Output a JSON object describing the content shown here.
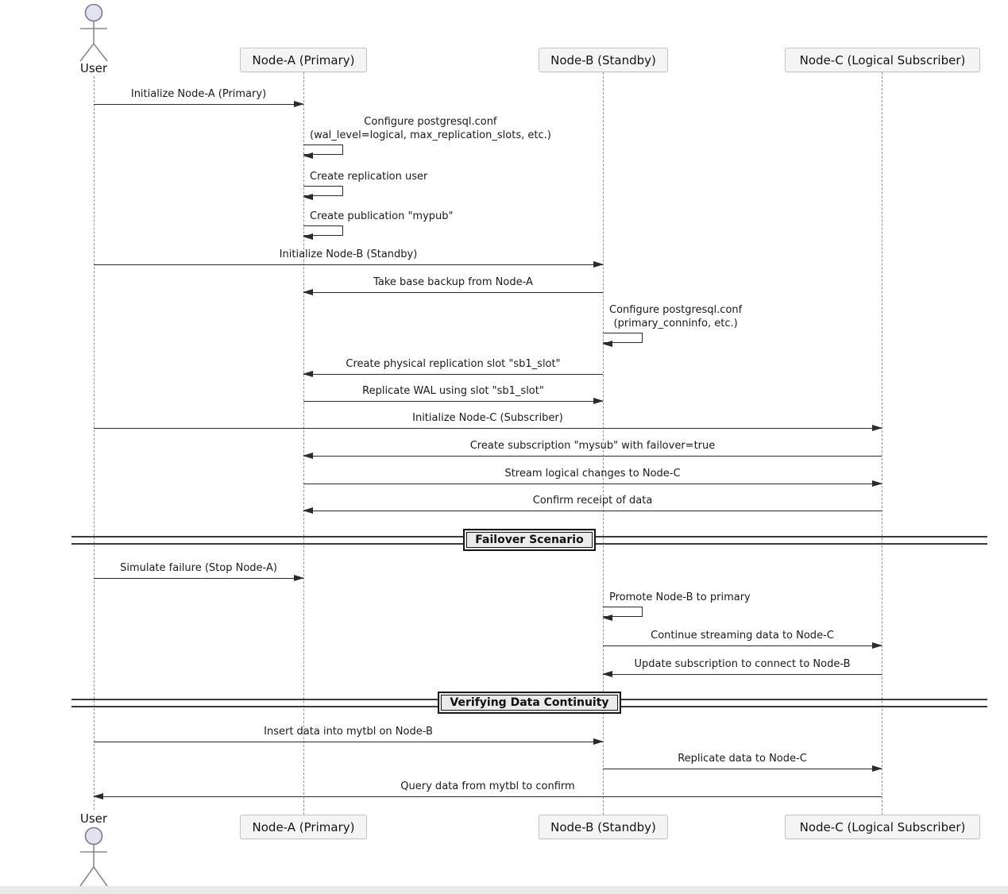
{
  "diagram": {
    "type": "sequence",
    "participants": [
      {
        "id": "user",
        "label": "User",
        "kind": "actor"
      },
      {
        "id": "nodeA",
        "label": "Node-A (Primary)",
        "kind": "participant"
      },
      {
        "id": "nodeB",
        "label": "Node-B (Standby)",
        "kind": "participant"
      },
      {
        "id": "nodeC",
        "label": "Node-C (Logical Subscriber)",
        "kind": "participant"
      }
    ],
    "messages": [
      {
        "from": "User",
        "to": "Node-A",
        "kind": "message",
        "text": "Initialize Node-A (Primary)"
      },
      {
        "from": "Node-A",
        "to": "Node-A",
        "kind": "self",
        "text": "Configure postgresql.conf\n(wal_level=logical, max_replication_slots, etc.)"
      },
      {
        "from": "Node-A",
        "to": "Node-A",
        "kind": "self",
        "text": "Create replication user"
      },
      {
        "from": "Node-A",
        "to": "Node-A",
        "kind": "self",
        "text": "Create publication \"mypub\""
      },
      {
        "from": "User",
        "to": "Node-B",
        "kind": "message",
        "text": "Initialize Node-B (Standby)"
      },
      {
        "from": "Node-B",
        "to": "Node-A",
        "kind": "message",
        "text": "Take base backup from Node-A"
      },
      {
        "from": "Node-B",
        "to": "Node-B",
        "kind": "self",
        "text": "Configure postgresql.conf\n(primary_conninfo, etc.)"
      },
      {
        "from": "Node-B",
        "to": "Node-A",
        "kind": "message",
        "text": "Create physical replication slot \"sb1_slot\""
      },
      {
        "from": "Node-A",
        "to": "Node-B",
        "kind": "message",
        "text": "Replicate WAL using slot \"sb1_slot\""
      },
      {
        "from": "User",
        "to": "Node-C",
        "kind": "message",
        "text": "Initialize Node-C (Subscriber)"
      },
      {
        "from": "Node-C",
        "to": "Node-A",
        "kind": "message",
        "text": "Create subscription \"mysub\" with failover=true"
      },
      {
        "from": "Node-A",
        "to": "Node-C",
        "kind": "message",
        "text": "Stream logical changes to Node-C"
      },
      {
        "from": "Node-C",
        "to": "Node-A",
        "kind": "message",
        "text": "Confirm receipt of data"
      },
      {
        "from": "User",
        "to": "Node-A",
        "kind": "message",
        "text": "Simulate failure (Stop Node-A)"
      },
      {
        "from": "Node-B",
        "to": "Node-B",
        "kind": "self",
        "text": "Promote Node-B to primary"
      },
      {
        "from": "Node-B",
        "to": "Node-C",
        "kind": "message",
        "text": "Continue streaming data to Node-C"
      },
      {
        "from": "Node-C",
        "to": "Node-B",
        "kind": "message",
        "text": "Update subscription to connect to Node-B"
      },
      {
        "from": "User",
        "to": "Node-B",
        "kind": "message",
        "text": "Insert data into mytbl on Node-B"
      },
      {
        "from": "Node-B",
        "to": "Node-C",
        "kind": "message",
        "text": "Replicate data to Node-C"
      },
      {
        "from": "Node-C",
        "to": "User",
        "kind": "message",
        "text": "Query data from mytbl to confirm"
      }
    ],
    "dividers": [
      {
        "label": "Failover Scenario"
      },
      {
        "label": "Verifying Data Continuity"
      }
    ],
    "colors": {
      "actor_head_fill": "#e2e2f0",
      "participant_fill": "#f4f4f4",
      "participant_border": "#c4c4c4",
      "divider_fill": "#ebebeb",
      "line": "#2b2b2b",
      "lifeline": "#949494",
      "bottom_strip": "#e9e9e9"
    }
  }
}
